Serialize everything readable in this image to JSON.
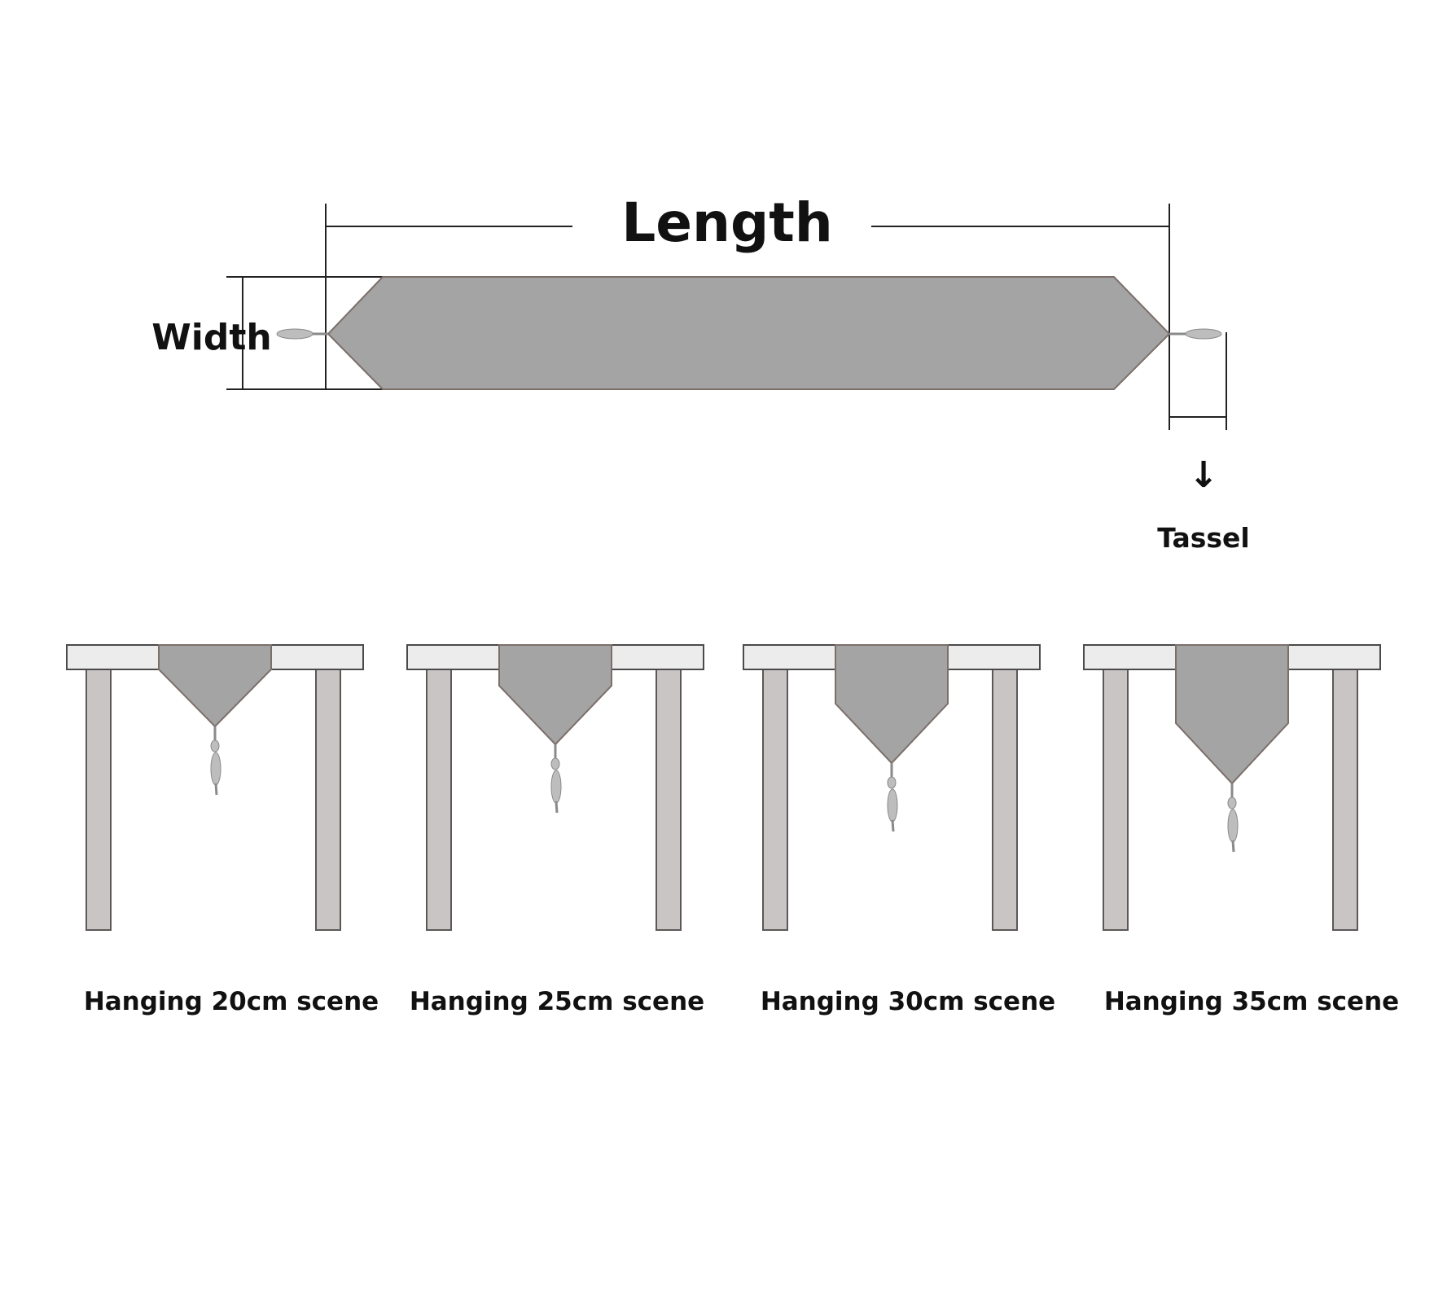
{
  "labels": {
    "length": "Length",
    "width": "Width",
    "tassel": "Tassel",
    "tassel_arrow": "↓"
  },
  "scenes": [
    {
      "label": "Hanging 20cm scene",
      "hanging_cm": 20
    },
    {
      "label": "Hanging 25cm scene",
      "hanging_cm": 25
    },
    {
      "label": "Hanging 30cm scene",
      "hanging_cm": 30
    },
    {
      "label": "Hanging 35cm scene",
      "hanging_cm": 35
    }
  ],
  "colors": {
    "runner": "#a4a4a4",
    "table_leg": "#c9c5c5",
    "tabletop": "#ececec",
    "line": "#222222"
  }
}
